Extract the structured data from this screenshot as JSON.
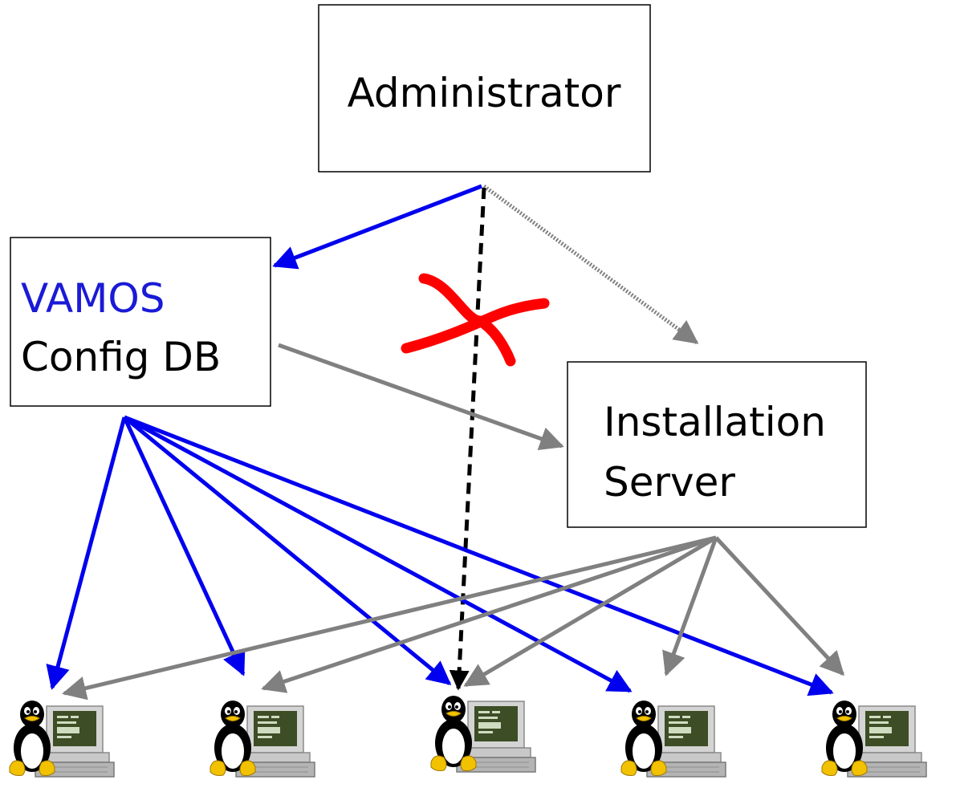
{
  "admin_box": {
    "label": "Administrator"
  },
  "config_box": {
    "line1": "VAMOS",
    "line2": "Config DB"
  },
  "install_box": {
    "line1": "Installation",
    "line2": "Server"
  },
  "clients": [
    {
      "icon": "linux-workstation-icon"
    },
    {
      "icon": "linux-workstation-icon"
    },
    {
      "icon": "linux-workstation-icon"
    },
    {
      "icon": "linux-workstation-icon"
    },
    {
      "icon": "linux-workstation-icon"
    }
  ],
  "colors": {
    "vamos_text": "#1a1ad6",
    "blue_arrow": "#0000ee",
    "gray_arrow": "#808080",
    "black_arrow": "#000000",
    "red_cross": "#ff0000"
  }
}
